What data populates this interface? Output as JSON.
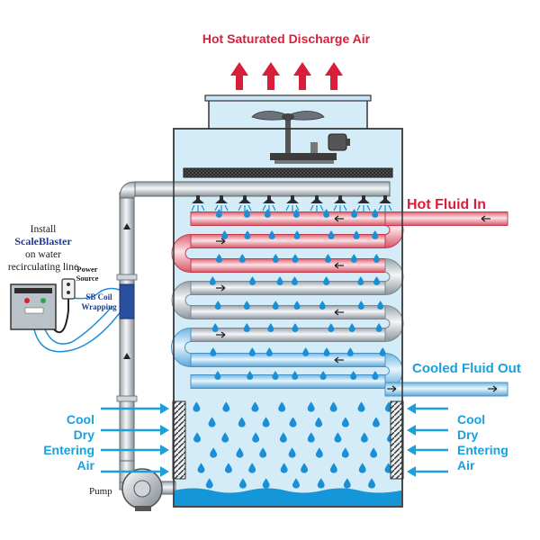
{
  "labels": {
    "discharge": "Hot Saturated Discharge Air",
    "hot_in": "Hot Fluid In",
    "cooled_out": "Cooled Fluid Out",
    "left_air": [
      "Cool",
      "Dry",
      "Entering",
      "Air"
    ],
    "right_air": [
      "Cool",
      "Dry",
      "Entering",
      "Air"
    ],
    "install": {
      "line1": "Install",
      "brand": "ScaleBlaster",
      "line3": "on water",
      "line4": "recirculating line"
    },
    "power_source": [
      "Power",
      "Source"
    ],
    "sb_coil": [
      "SB Coil",
      "Wrapping"
    ],
    "pump": "Pump"
  },
  "colors": {
    "hot": "#d81f3a",
    "cool": "#1aa0dc",
    "tower": "#d4ecf8",
    "water": "#1596d8",
    "droplet": "#1a8fd6",
    "coil_band": "#2a4f9e"
  }
}
